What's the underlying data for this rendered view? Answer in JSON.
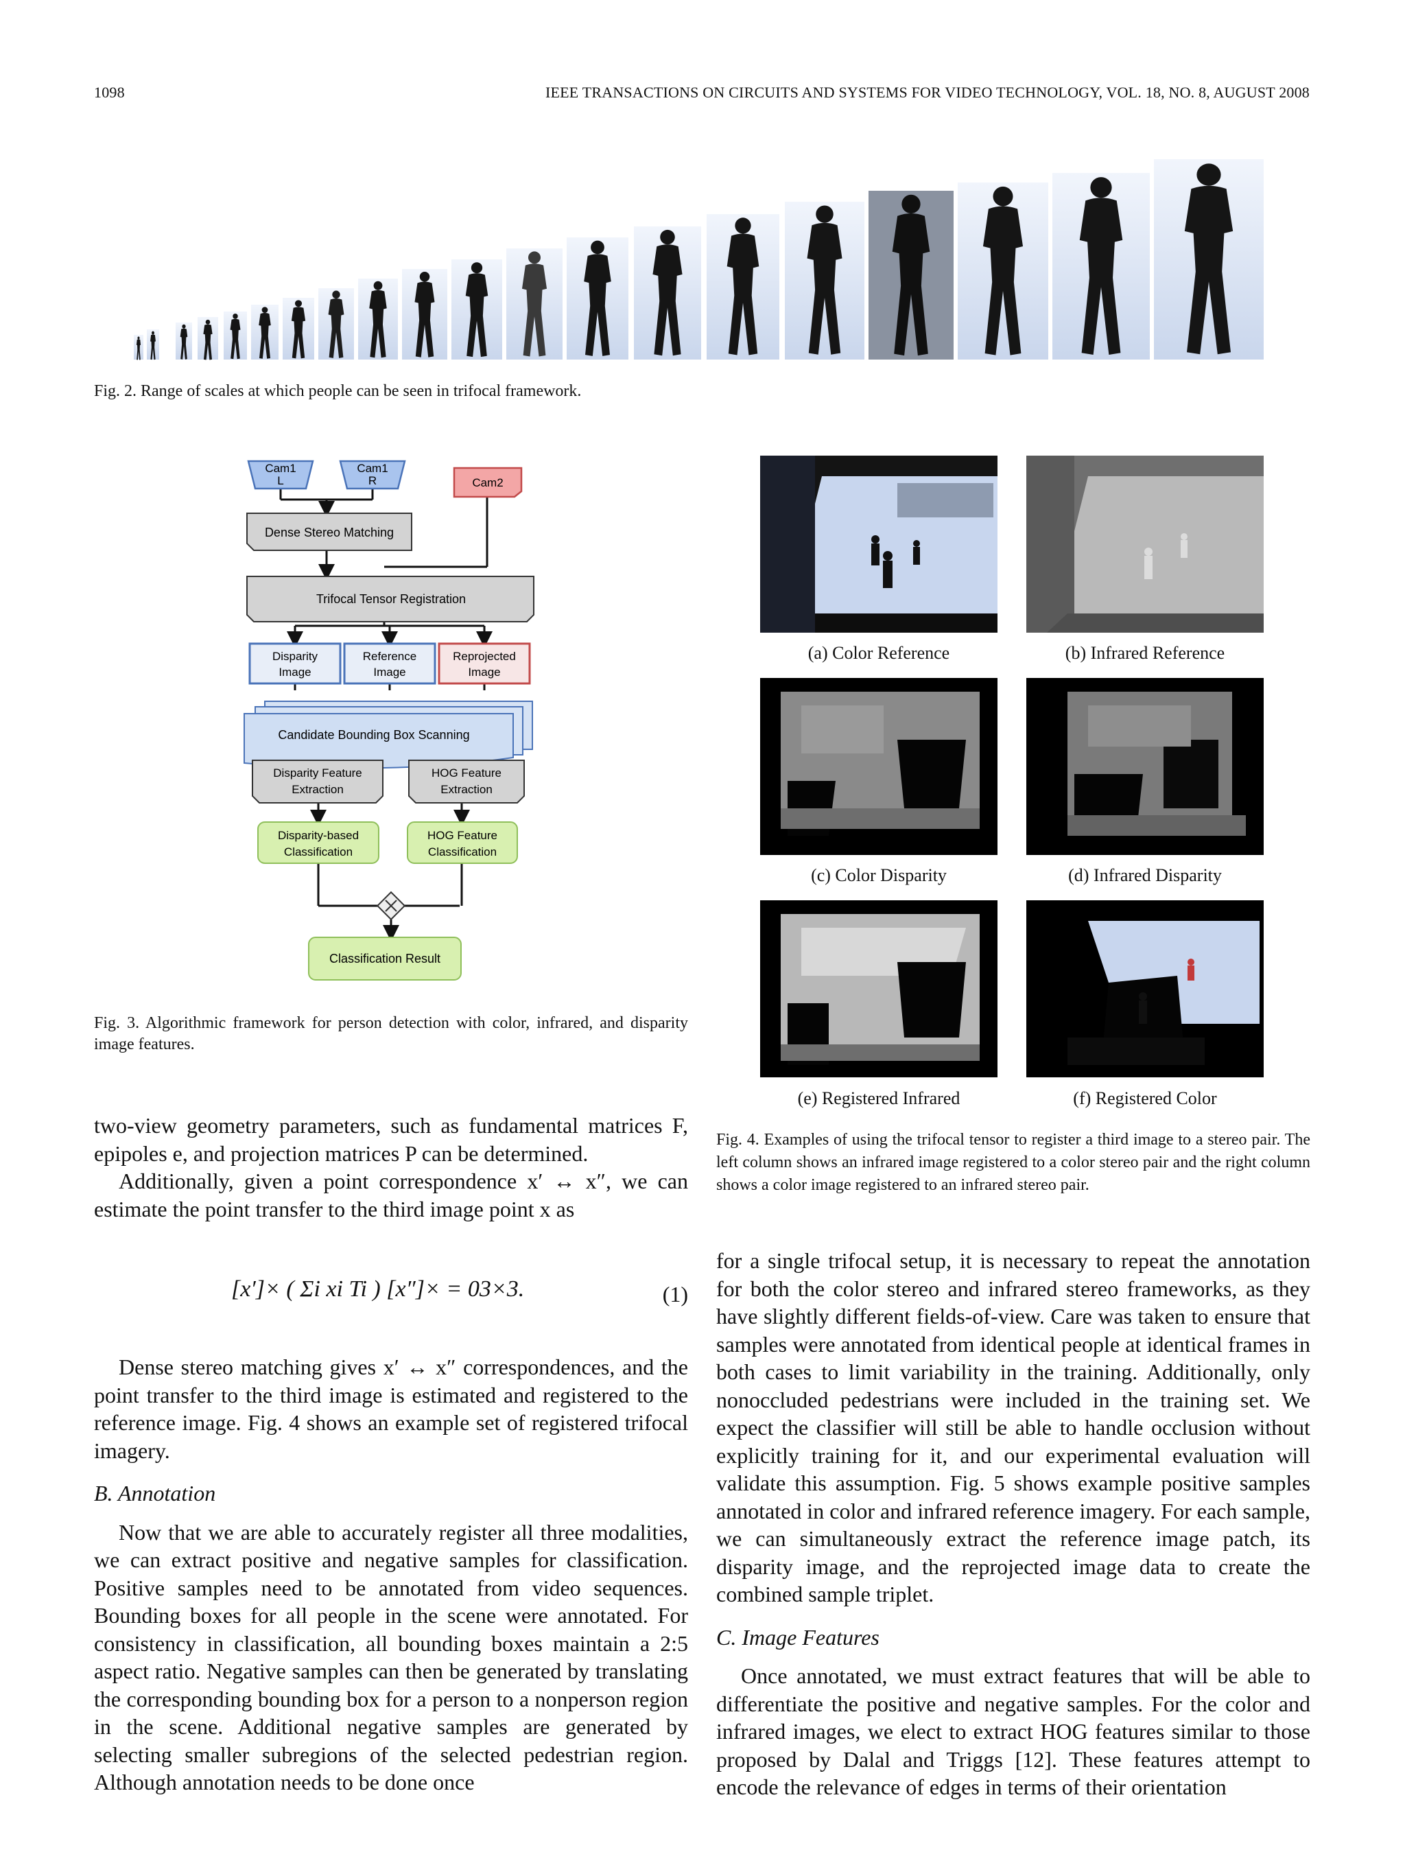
{
  "header": {
    "page_number": "1098",
    "journal": "IEEE TRANSACTIONS ON CIRCUITS AND SYSTEMS FOR VIDEO TECHNOLOGY, VOL. 18, NO. 8, AUGUST 2008"
  },
  "fig2": {
    "caption": "Fig. 2.   Range of scales at which people can be seen in trifocal framework."
  },
  "fig3": {
    "caption": "Fig. 3.   Algorithmic framework for person detection with color, infrared, and disparity image features.",
    "nodes": {
      "cam1l_line1": "Cam1",
      "cam1l_line2": "L",
      "cam1r_line1": "Cam1",
      "cam1r_line2": "R",
      "cam2": "Cam2",
      "dense": "Dense Stereo Matching",
      "trifocal": "Trifocal Tensor Registration",
      "disp_line1": "Disparity",
      "disp_line2": "Image",
      "ref_line1": "Reference",
      "ref_line2": "Image",
      "reproj_line1": "Reprojected",
      "reproj_line2": "Image",
      "candidate": "Candidate Bounding Box Scanning",
      "dfe_line1": "Disparity Feature",
      "dfe_line2": "Extraction",
      "hfe_line1": "HOG Feature",
      "hfe_line2": "Extraction",
      "dbc_line1": "Disparity-based",
      "dbc_line2": "Classification",
      "hfc_line1": "HOG Feature",
      "hfc_line2": "Classification",
      "result": "Classification Result"
    }
  },
  "fig4": {
    "subcaptions": {
      "a": "(a)  Color Reference",
      "b": "(b)  Infrared Reference",
      "c": "(c)  Color Disparity",
      "d": "(d)  Infrared Disparity",
      "e": "(e)  Registered Infrared",
      "f": "(f)  Registered Color"
    },
    "caption": "Fig. 4.   Examples of using the trifocal tensor to register a third image to a stereo pair. The left column shows an infrared image registered to a color stereo pair and the right column shows a color image registered to an infrared stereo pair."
  },
  "left_text": {
    "p1": "two-view geometry parameters, such as fundamental matrices F, epipoles e, and projection matrices P can be determined.",
    "p2": "Additionally, given a point correspondence x′ ↔ x″, we can estimate the point transfer to the third image point x as",
    "equation": "[x′]× ( Σi xi Ti ) [x″]× = 03×3.",
    "equation_number": "(1)",
    "p3": "Dense stereo matching gives x′ ↔ x″ correspondences, and the point transfer to the third image is estimated and registered to the reference image. Fig. 4 shows an example set of registered trifocal imagery.",
    "section_b": "B.  Annotation",
    "p4": "Now that we are able to accurately register all three modalities, we can extract positive and negative samples for classification. Positive samples need to be annotated from video sequences. Bounding boxes for all people in the scene were annotated. For consistency in classification, all bounding boxes maintain a 2:5 aspect ratio. Negative samples can then be generated by translating the corresponding bounding box for a person to a nonperson region in the scene. Additional negative samples are generated by selecting smaller subregions of the selected pedestrian region. Although annotation needs to be done once"
  },
  "right_text": {
    "p1": "for a single trifocal setup, it is necessary to repeat the annotation for both the color stereo and infrared stereo frameworks, as they have slightly different fields-of-view. Care was taken to ensure that samples were annotated from identical people at identical frames in both cases to limit variability in the training. Additionally, only nonoccluded pedestrians were included in the training set. We expect the classifier will still be able to handle occlusion without explicitly training for it, and our experimental evaluation will validate this assumption. Fig. 5 shows example positive samples annotated in color and infrared reference imagery. For each sample, we can simultaneously extract the reference image patch, its disparity image, and the reprojected image data to create the combined sample triplet.",
    "section_c": "C.  Image Features",
    "p2": "Once annotated, we must extract features that will be able to differentiate the positive and negative samples. For the color and infrared images, we elect to extract HOG features similar to those proposed by Dalal and Triggs [12]. These features attempt to encode the relevance of edges in terms of their orientation"
  },
  "colors": {
    "blue_node": "#a9c4ee",
    "red_node": "#f3a6a6",
    "gray_node": "#d3d3d3",
    "green_node": "#d8f0b0",
    "sky": "#dfe8f8",
    "silhouette": "#151515"
  }
}
